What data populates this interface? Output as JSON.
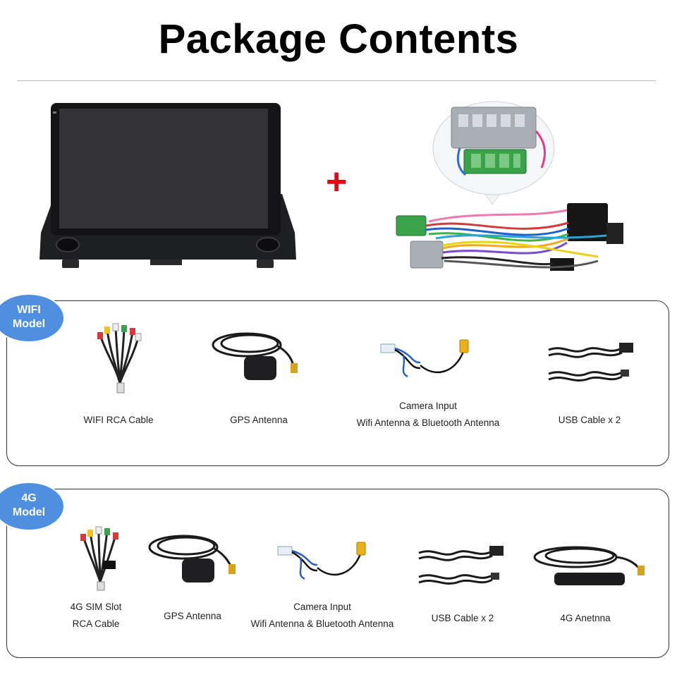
{
  "page": {
    "title": "Package Contents"
  },
  "colors": {
    "plus": "#e30613",
    "badge": "#4f8fe0",
    "connector_green": "#3aa34a",
    "connector_gray": "#a9aeb5"
  },
  "icons": {
    "plus": "plus-icon",
    "screen": "head-unit-screen-image",
    "harness": "wiring-harness-image"
  },
  "wifi": {
    "badge_line1": "WIFI",
    "badge_line2": "Model",
    "items": [
      {
        "label": "WIFI RCA Cable"
      },
      {
        "label": "GPS Antenna"
      },
      {
        "label_line1": "Camera Input",
        "label_line2": "Wifi Antenna & Bluetooth Antenna"
      },
      {
        "label": "USB Cable x 2"
      }
    ]
  },
  "g4": {
    "badge_line1": "4G",
    "badge_line2": "Model",
    "items": [
      {
        "label_line1": "4G SIM Slot",
        "label_line2": "RCA Cable"
      },
      {
        "label": "GPS Antenna"
      },
      {
        "label_line1": "Camera Input",
        "label_line2": "Wifi Antenna & Bluetooth Antenna"
      },
      {
        "label": "USB Cable x 2"
      },
      {
        "label": "4G Anetnna"
      }
    ]
  }
}
